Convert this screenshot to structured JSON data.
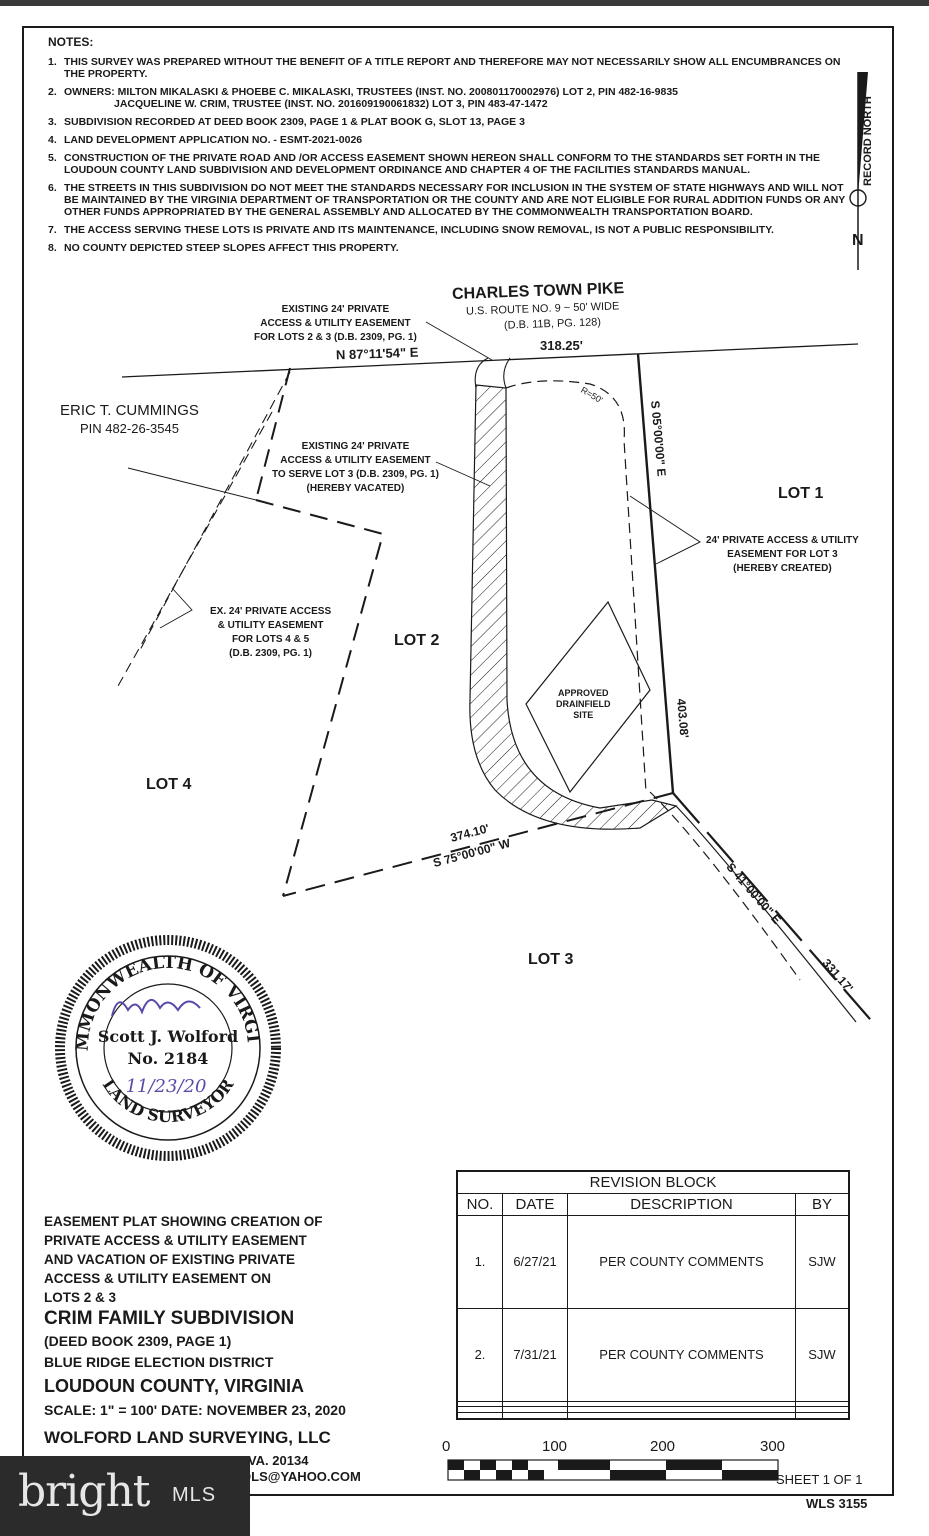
{
  "notes": {
    "title": "NOTES:",
    "items": [
      {
        "n": "1.",
        "text": "THIS SURVEY WAS PREPARED WITHOUT THE BENEFIT OF A TITLE REPORT AND THEREFORE MAY NOT NECESSARILY SHOW ALL ENCUMBRANCES ON THE PROPERTY."
      },
      {
        "n": "2.",
        "text": "OWNERS: MILTON MIKALASKI & PHOEBE C. MIKALASKI, TRUSTEES (INST. NO. 200801170002976) LOT 2, PIN 482-16-9835",
        "text2": "JACQUELINE W. CRIM, TRUSTEE (INST. NO. 201609190061832) LOT 3, PIN 483-47-1472"
      },
      {
        "n": "3.",
        "text": "SUBDIVISION RECORDED AT DEED BOOK 2309, PAGE 1 & PLAT BOOK G, SLOT 13, PAGE 3"
      },
      {
        "n": "4.",
        "text": "LAND DEVELOPMENT APPLICATION NO. - ESMT-2021-0026"
      },
      {
        "n": "5.",
        "text": "CONSTRUCTION OF THE PRIVATE ROAD AND /OR ACCESS EASEMENT SHOWN HEREON SHALL CONFORM TO THE STANDARDS SET FORTH IN THE LOUDOUN COUNTY LAND SUBDIVISION AND DEVELOPMENT ORDINANCE AND CHAPTER 4 OF THE FACILITIES STANDARDS MANUAL."
      },
      {
        "n": "6.",
        "text": "THE STREETS IN THIS SUBDIVISION DO NOT MEET THE STANDARDS NECESSARY FOR INCLUSION IN THE SYSTEM OF STATE HIGHWAYS AND WILL NOT BE MAINTAINED BY THE VIRGINIA DEPARTMENT OF TRANSPORTATION OR THE COUNTY AND ARE NOT ELIGIBLE FOR RURAL ADDITION FUNDS OR ANY OTHER FUNDS APPROPRIATED BY THE GENERAL ASSEMBLY AND ALLOCATED BY THE COMMONWEALTH TRANSPORTATION BOARD."
      },
      {
        "n": "7.",
        "text": "THE ACCESS SERVING THESE LOTS IS PRIVATE AND ITS MAINTENANCE, INCLUDING SNOW REMOVAL, IS NOT A PUBLIC RESPONSIBILITY."
      },
      {
        "n": "8.",
        "text": "NO COUNTY DEPICTED STEEP SLOPES AFFECT THIS PROPERTY."
      }
    ]
  },
  "north": {
    "label": "RECORD NORTH",
    "letter": "N"
  },
  "road": {
    "name": "CHARLES TOWN PIKE",
    "route": "U.S. ROUTE NO. 9 ~ 50' WIDE",
    "ref": "(D.B. 11B, PG. 128)"
  },
  "bearings": {
    "north_line": "N 87°11'54\" E",
    "north_dist": "318.25'",
    "east_line": "S 05°00'00\" E",
    "east_dist": "403.08'",
    "south_line": "S 75°00'00\" W",
    "south_dist": "374.10'",
    "se_line": "S 41°00'00\" E",
    "se_dist": "331.17'",
    "radius": "R=50'"
  },
  "labels": {
    "existing_easement_1": [
      "EXISTING 24' PRIVATE",
      "ACCESS & UTILITY EASEMENT",
      "FOR LOTS 2 & 3 (D.B. 2309, PG. 1)"
    ],
    "existing_easement_2": [
      "EXISTING 24' PRIVATE",
      "ACCESS & UTILITY EASEMENT",
      "TO SERVE LOT 3 (D.B. 2309, PG. 1)",
      "(HEREBY VACATED)"
    ],
    "new_easement": [
      "24' PRIVATE ACCESS & UTILITY",
      "EASEMENT FOR LOT 3",
      "(HEREBY CREATED)"
    ],
    "ex_easement_45": [
      "EX. 24' PRIVATE ACCESS",
      "& UTILITY EASEMENT",
      "FOR LOTS 4 & 5",
      "(D.B. 2309, PG. 1)"
    ],
    "neighbor": [
      "ERIC T. CUMMINGS",
      "PIN 482-26-3545"
    ],
    "drainfield": [
      "APPROVED",
      "DRAINFIELD",
      "SITE"
    ],
    "lot1": "LOT 1",
    "lot2": "LOT 2",
    "lot3": "LOT 3",
    "lot4": "LOT 4"
  },
  "seal": {
    "top": "COMMONWEALTH OF VIRGINIA",
    "bottom": "LAND SURVEYOR",
    "name": "Scott J. Wolford",
    "number": "No. 2184",
    "date": "11/23/20"
  },
  "title_block": {
    "lines": [
      "EASEMENT PLAT SHOWING CREATION OF",
      "PRIVATE ACCESS & UTILITY EASEMENT",
      "AND VACATION OF EXISTING PRIVATE",
      "ACCESS & UTILITY EASEMENT ON",
      "LOTS 2 & 3"
    ],
    "subdivision": "CRIM FAMILY SUBDIVISION",
    "deed": "(DEED BOOK 2309, PAGE 1)",
    "district": "BLUE RIDGE ELECTION DISTRICT",
    "county": "LOUDOUN COUNTY, VIRGINIA",
    "scale": "SCALE: 1\" = 100'   DATE: NOVEMBER 23, 2020",
    "company": "WOLFORD LAND SURVEYING, LLC",
    "address": "P.O. BOX 1105 - PURCELLVILLE, VA. 20134",
    "email": "WOLFORDLS@YAHOO.COM"
  },
  "revision": {
    "title": "REVISION BLOCK",
    "headers": [
      "NO.",
      "DATE",
      "DESCRIPTION",
      "BY"
    ],
    "rows": [
      [
        "1.",
        "6/27/21",
        "PER COUNTY COMMENTS",
        "SJW"
      ],
      [
        "2.",
        "7/31/21",
        "PER COUNTY COMMENTS",
        "SJW"
      ],
      [
        "",
        "",
        "",
        ""
      ],
      [
        "",
        "",
        "",
        ""
      ],
      [
        "",
        "",
        "",
        ""
      ]
    ]
  },
  "scale_bar": {
    "ticks": [
      "0",
      "100",
      "200",
      "300"
    ]
  },
  "sheet": {
    "sheet_no": "SHEET 1 OF 1",
    "job": "WLS 3155"
  },
  "watermark": {
    "brand": "bright",
    "suffix": "MLS"
  }
}
